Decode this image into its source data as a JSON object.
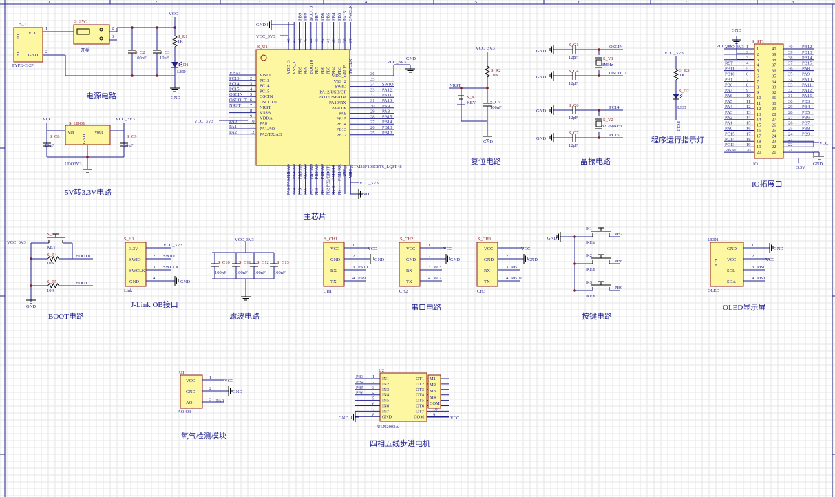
{
  "sections": {
    "power": "电源电路",
    "ldo": "5V转3.3V电路",
    "main_chip": "主芯片",
    "reset": "复位电路",
    "crystal": "晶振电路",
    "indicator": "程序运行指示灯",
    "io_ext": "IO拓展口",
    "boot": "BOOT电路",
    "jlink": "J-Link OB接口",
    "filter": "滤波电路",
    "uart": "串口电路",
    "keys": "按键电路",
    "oled": "OLED显示屏",
    "oxygen": "氧气检测模块",
    "stepper": "四相五线步进电机"
  },
  "border_numbers": [
    "1",
    "2",
    "3",
    "4",
    "5",
    "6",
    "7",
    "8"
  ],
  "nets": {
    "vcc": "VCC",
    "vcc33": "VCC_3V3",
    "gnd": "GND",
    "nrst": "NRST",
    "boot0": "BOOT0",
    "boot1": "BOOT1",
    "swio": "SWIO",
    "swclk": "SWCLK",
    "v33": "3.3V"
  },
  "power_circuit": {
    "t1_ref": "S_T1",
    "t1_pin_nc1": "NC",
    "t1_pin_nc2": "NC",
    "t1_pin_vcc": "VCC",
    "t1_pin_gnd": "GND",
    "t1_part": "TYPE-C-2P",
    "sw1_ref": "S_SW1",
    "sw1_value": "开关",
    "c2_ref": "S_C2",
    "c2_value": "100nF",
    "c3_ref": "S_C3",
    "c3_value": "10uF",
    "r1_ref": "S_R1",
    "r1_value": "1K",
    "d1_ref": "S_D1",
    "d1_value": "LED",
    "pin1": "1",
    "pin2": "2",
    "pin3": "3"
  },
  "ldo_circuit": {
    "ldo_ref": "S_LDO1",
    "ldo_part": "LDO3V3",
    "vin": "Vin",
    "vout": "Vout",
    "gnd": "GND",
    "c8_ref": "S_C8",
    "c8_value": "10uF",
    "c9_ref": "S_C9",
    "c9_value": "10uF"
  },
  "mcu": {
    "ref": "S_U1",
    "part": "STM32F103C8T6_LQFP48",
    "left_pins": [
      {
        "net": "VBAT",
        "name": "VBAT",
        "num": "1"
      },
      {
        "net": "PC13",
        "name": "PC13",
        "num": "2"
      },
      {
        "net": "PC14",
        "name": "PC14",
        "num": "3"
      },
      {
        "net": "PC15",
        "name": "PC15",
        "num": "4"
      },
      {
        "net": "OSCIN",
        "name": "OSCIN",
        "num": "5"
      },
      {
        "net": "OSCOUT",
        "name": "OSCOUT",
        "num": "6"
      },
      {
        "net": "NRST",
        "name": "NRST",
        "num": "7"
      },
      {
        "net": "",
        "name": "VSSA",
        "num": "8"
      },
      {
        "net": "",
        "name": "VDDA",
        "num": "9"
      },
      {
        "net": "PA0",
        "name": "PA0",
        "num": "10"
      },
      {
        "net": "PA1",
        "name": "PA1/AO",
        "num": "11"
      },
      {
        "net": "PA2",
        "name": "PA2/TX/AO",
        "num": "12"
      }
    ],
    "right_pins": [
      {
        "net": "",
        "name": "VDD_2",
        "num": "36"
      },
      {
        "net": "",
        "name": "VSS_2",
        "num": "35"
      },
      {
        "net": "SWIO",
        "name": "SWIO",
        "num": "34"
      },
      {
        "net": "PA12",
        "name": "PA12/USB/DP",
        "num": "33"
      },
      {
        "net": "PA11",
        "name": "PA11/USB/DM",
        "num": "32"
      },
      {
        "net": "PA10",
        "name": "PA10/RX",
        "num": "31"
      },
      {
        "net": "PA9",
        "name": "PA9/TX",
        "num": "30"
      },
      {
        "net": "PA8",
        "name": "PA8",
        "num": "29"
      },
      {
        "net": "PB15",
        "name": "PB15",
        "num": "28"
      },
      {
        "net": "PB14",
        "name": "PB14",
        "num": "27"
      },
      {
        "net": "PB13",
        "name": "PB13",
        "num": "26"
      },
      {
        "net": "PB12",
        "name": "PB12",
        "num": "25"
      }
    ],
    "top_pins": [
      {
        "net": "",
        "name": "VDD_3",
        "num": "48"
      },
      {
        "net": "",
        "name": "VSS_3",
        "num": "47"
      },
      {
        "net": "PB9",
        "name": "PB9",
        "num": "46"
      },
      {
        "net": "PB8",
        "name": "PB8",
        "num": "45"
      },
      {
        "net": "BOOT0",
        "name": "BOOT0",
        "num": "44"
      },
      {
        "net": "PB7",
        "name": "PB7",
        "num": "43"
      },
      {
        "net": "PB6",
        "name": "PB6",
        "num": "42"
      },
      {
        "net": "PB5",
        "name": "PB5",
        "num": "41"
      },
      {
        "net": "PB4",
        "name": "PB4",
        "num": "40"
      },
      {
        "net": "PB3",
        "name": "PB3",
        "num": "39"
      },
      {
        "net": "PA15",
        "name": "PA15",
        "num": "38"
      },
      {
        "net": "SWCLK",
        "name": "SWCLK",
        "num": "37"
      }
    ],
    "bottom_pins": [
      {
        "net": "PA3",
        "name": "PA3/RX/AO",
        "num": "13"
      },
      {
        "net": "PA4",
        "name": "PA4/AO",
        "num": "14"
      },
      {
        "net": "PA5",
        "name": "PA5/AO",
        "num": "15"
      },
      {
        "net": "PA6",
        "name": "PA6/AO",
        "num": "16"
      },
      {
        "net": "PA7",
        "name": "PA7/AO",
        "num": "17"
      },
      {
        "net": "PB0",
        "name": "PB0/AO",
        "num": "18"
      },
      {
        "net": "PB1",
        "name": "PB1/AO",
        "num": "19"
      },
      {
        "net": "PB2",
        "name": "PB2/BOOT1",
        "num": "20"
      },
      {
        "net": "PB10",
        "name": "PB10/TX",
        "num": "21"
      },
      {
        "net": "PB11",
        "name": "PB11/RX",
        "num": "22"
      },
      {
        "net": "",
        "name": "VSS_1",
        "num": "23"
      },
      {
        "net": "",
        "name": "VDD_1",
        "num": "24"
      }
    ]
  },
  "reset_circuit": {
    "r2_ref": "S_R2",
    "r2_value": "10K",
    "k1_ref": "S_K1",
    "k1_value": "KEY",
    "c5_ref": "S_C5",
    "c5_value": "100nF"
  },
  "crystal_circuit": {
    "c1_ref": "S_C1",
    "c1_value": "12pF",
    "c4_ref": "S_C4",
    "c4_value": "12pF",
    "c6_ref": "S_C6",
    "c6_value": "12pF",
    "c7_ref": "S_C7",
    "c7_value": "12pF",
    "y1_ref": "S_Y1",
    "y1_value": "8MHz",
    "y2_ref": "S_Y2",
    "y2_value": "32.768KHz",
    "oscin": "OSCIN",
    "oscout": "OSCOUT",
    "pc14": "PC14",
    "pc15": "PC15"
  },
  "indicator_circuit": {
    "r3_ref": "S_R3",
    "r3_value": "1K",
    "d2_ref": "S_D2",
    "d2_value": "LED",
    "net": "PC13"
  },
  "io_header": {
    "ref": "S_ST1",
    "name": "IO",
    "left": [
      {
        "net": "VCC_3V3",
        "num": "1",
        "pin": "40"
      },
      {
        "net": "",
        "num": "2",
        "pin": "39"
      },
      {
        "net": "",
        "num": "3",
        "pin": "38"
      },
      {
        "net": "RST",
        "num": "4",
        "pin": "37"
      },
      {
        "net": "PB11",
        "num": "5",
        "pin": "36"
      },
      {
        "net": "PB10",
        "num": "6",
        "pin": "35"
      },
      {
        "net": "PB1",
        "num": "7",
        "pin": "34"
      },
      {
        "net": "PB0",
        "num": "8",
        "pin": "33"
      },
      {
        "net": "PA7",
        "num": "9",
        "pin": "32"
      },
      {
        "net": "PA6",
        "num": "10",
        "pin": "31"
      },
      {
        "net": "PA5",
        "num": "11",
        "pin": "30"
      },
      {
        "net": "PA4",
        "num": "12",
        "pin": "29"
      },
      {
        "net": "PA3",
        "num": "13",
        "pin": "28"
      },
      {
        "net": "PA2",
        "num": "14",
        "pin": "27"
      },
      {
        "net": "PA1",
        "num": "15",
        "pin": "26"
      },
      {
        "net": "PA0",
        "num": "16",
        "pin": "25"
      },
      {
        "net": "PC15",
        "num": "17",
        "pin": "24"
      },
      {
        "net": "PC14",
        "num": "18",
        "pin": "23"
      },
      {
        "net": "PC13",
        "num": "19",
        "pin": "22"
      },
      {
        "net": "VBAT",
        "num": "20",
        "pin": "21"
      }
    ],
    "right": [
      "PB12",
      "PB13",
      "PB14",
      "PB15",
      "PA8",
      "PA9",
      "PA10",
      "PA11",
      "PA12",
      "PA15",
      "PB3",
      "PB4",
      "PB5",
      "PB6",
      "PB7",
      "PB8",
      "PB9",
      "",
      "",
      ""
    ],
    "gnd_top": "GND",
    "vcc_right": "VCC",
    "gnd_right": "GND",
    "v33": "3.3V"
  },
  "boot_circuit": {
    "k2_ref": "S_K2",
    "k2_value": "KEY",
    "r4_ref": "S_R4",
    "r4_value": "10K",
    "r5_ref": "S_R5",
    "r5_value": "10K"
  },
  "jlink": {
    "ref": "S_H1",
    "name": "Link",
    "pins": [
      {
        "label": "3.3V",
        "num": "1",
        "net": "VCC_3V3"
      },
      {
        "label": "SWIO",
        "num": "2",
        "net": "SWIO"
      },
      {
        "label": "SWCLK",
        "num": "3",
        "net": "SWCLK"
      },
      {
        "label": "GND",
        "num": "4",
        "net": "GND"
      }
    ]
  },
  "filter": {
    "caps": [
      {
        "ref": "S_C10",
        "value": "100nF"
      },
      {
        "ref": "S_C11",
        "value": "100nF"
      },
      {
        "ref": "S_C12",
        "value": "100nF"
      },
      {
        "ref": "S_C13",
        "value": "100nF"
      }
    ]
  },
  "uart": [
    {
      "ref": "S_CH1",
      "name": "CH1",
      "rx_net": "PA10",
      "tx_net": "PA9"
    },
    {
      "ref": "S_CH2",
      "name": "CH2",
      "rx_net": "PA3",
      "tx_net": "PA2"
    },
    {
      "ref": "S_CH3",
      "name": "CH3",
      "rx_net": "PB11",
      "tx_net": "PB10"
    }
  ],
  "uart_pins": [
    "VCC",
    "GND",
    "RX",
    "TX"
  ],
  "keys": [
    {
      "ref": "K1",
      "value": "KEY",
      "net": "PB7"
    },
    {
      "ref": "K2",
      "value": "KEY",
      "net": "PB8"
    },
    {
      "ref": "K3",
      "value": "KEY",
      "net": "PB9"
    }
  ],
  "oled": {
    "ref": "LED1",
    "name": "OLED",
    "body": "OLED",
    "pins": [
      {
        "label": "GND",
        "num": "1",
        "net": "GND"
      },
      {
        "label": "VCC",
        "num": "2",
        "net": "VCC"
      },
      {
        "label": "SCL",
        "num": "3",
        "net": "PB1"
      },
      {
        "label": "SDA",
        "num": "4",
        "net": "PB0"
      }
    ]
  },
  "oxygen": {
    "ref": "U1",
    "name": "AO-O3",
    "pins": [
      {
        "label": "VCC",
        "num": "1",
        "net": "VCC"
      },
      {
        "label": "GND",
        "num": "2",
        "net": "GND"
      },
      {
        "label": "AO",
        "num": "3",
        "net": "PA0"
      }
    ]
  },
  "stepper": {
    "ref": "U2",
    "part": "ULN2003A",
    "inputs": [
      {
        "net": "PB3",
        "label": "IN1",
        "num": "1"
      },
      {
        "net": "PB4",
        "label": "IN2",
        "num": "2"
      },
      {
        "net": "PB5",
        "label": "IN3",
        "num": "3"
      },
      {
        "net": "PB6",
        "label": "IN4",
        "num": "4"
      },
      {
        "net": "",
        "label": "IN5",
        "num": "5"
      },
      {
        "net": "",
        "label": "IN6",
        "num": "6"
      },
      {
        "net": "",
        "label": "IN7",
        "num": "7"
      },
      {
        "net": "",
        "label": "GND",
        "num": "8"
      }
    ],
    "outputs": [
      {
        "label": "OT1",
        "num": "16"
      },
      {
        "label": "OT2",
        "num": "15"
      },
      {
        "label": "OT3",
        "num": "14"
      },
      {
        "label": "OT4",
        "num": "13"
      },
      {
        "label": "OT5",
        "num": "12"
      },
      {
        "label": "OT6",
        "num": "11"
      },
      {
        "label": "OT7",
        "num": "10"
      },
      {
        "label": "COM",
        "num": "9"
      }
    ],
    "motor_pins": [
      "M1",
      "M2",
      "M3",
      "M4",
      "COM"
    ]
  }
}
